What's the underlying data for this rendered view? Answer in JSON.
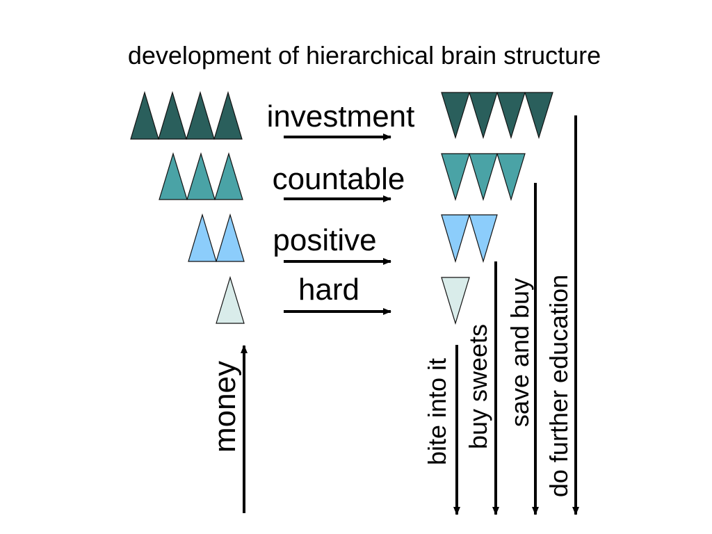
{
  "title": "development of hierarchical brain structure",
  "levels": [
    {
      "label": "investment",
      "count": 4,
      "color": "#2a5f5c"
    },
    {
      "label": "countable",
      "count": 3,
      "color": "#4aa3a6"
    },
    {
      "label": "positive",
      "count": 2,
      "color": "#8ccdfb"
    },
    {
      "label": "hard",
      "count": 1,
      "color": "#d9ecea"
    }
  ],
  "input_axis_label": "money",
  "actions": [
    "bite into it",
    "buy sweets",
    "save and buy",
    "do further education"
  ]
}
